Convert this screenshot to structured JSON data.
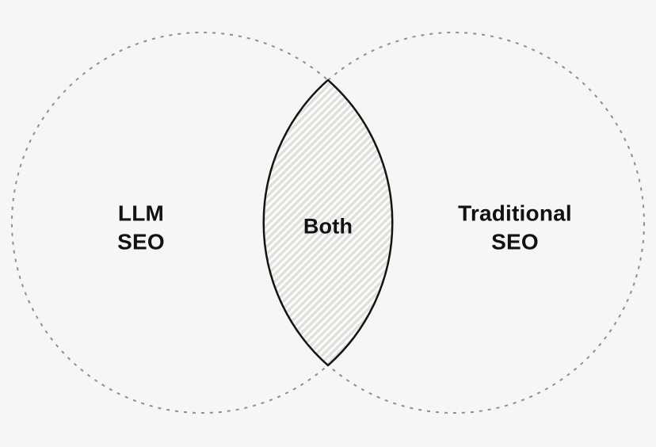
{
  "venn": {
    "type": "venn-diagram",
    "left_set": {
      "line1": "LLM",
      "line2": "SEO"
    },
    "right_set": {
      "line1": "Traditional",
      "line2": "SEO"
    },
    "intersection": {
      "label": "Both"
    }
  },
  "colors": {
    "background": "#f7f6f4",
    "dashed_circle_stroke": "#8e8e8e",
    "lens_outline": "#141414",
    "lens_fill": "#fdfdfc",
    "hatch_line": "#e3e0db",
    "label_text": "#121212"
  }
}
